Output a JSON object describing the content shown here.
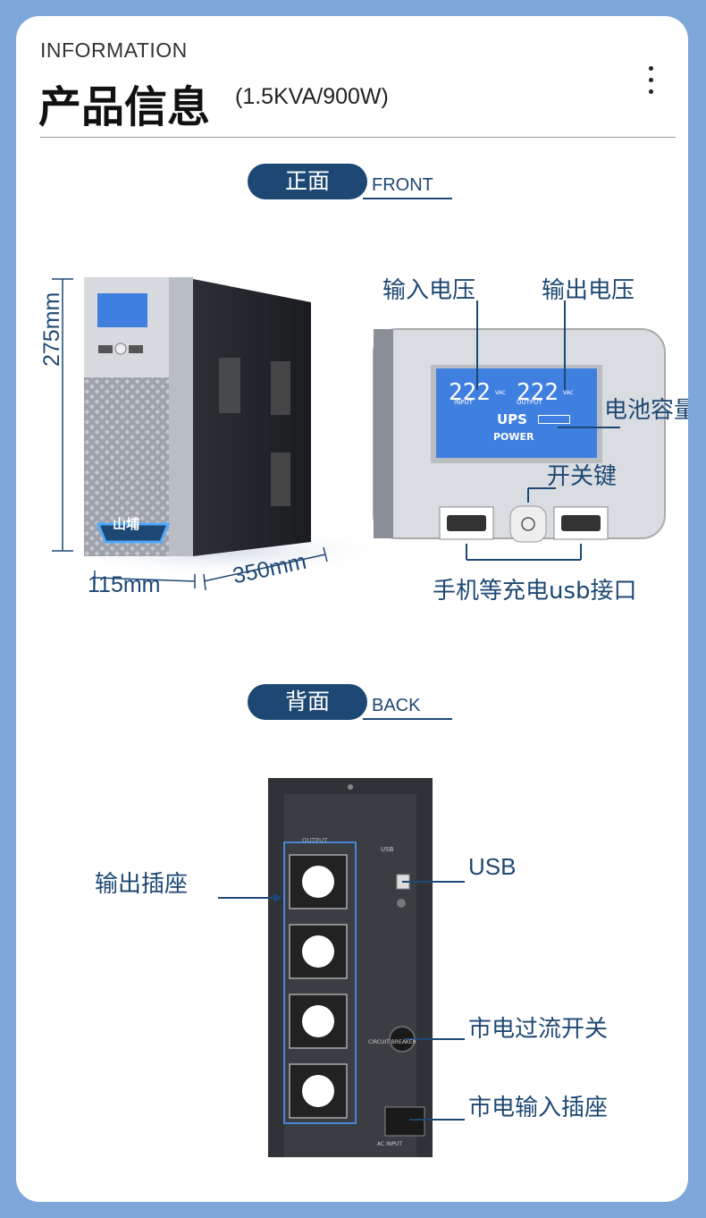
{
  "header": {
    "eyebrow": "INFORMATION",
    "title": "产品信息",
    "subtitle": "(1.5KVA/900W)"
  },
  "front_section": {
    "label_cn": "正面",
    "label_en": "FRONT"
  },
  "back_section": {
    "label_cn": "背面",
    "label_en": "BACK"
  },
  "dimensions": {
    "height": "275mm",
    "width": "115mm",
    "depth": "350mm"
  },
  "brand_logo": "山埔",
  "panel": {
    "input_voltage": "输入电压",
    "output_voltage": "输出电压",
    "battery_capacity": "电池容量",
    "power_key": "开关键",
    "usb_ports": "手机等充电usb接口",
    "lcd_value_in": "222",
    "lcd_value_out": "222",
    "lcd_unit": "VAC",
    "lcd_input": "INPUT",
    "lcd_output": "OUTPUT",
    "lcd_ups": "UPS",
    "lcd_power": "POWER"
  },
  "back": {
    "output_sockets": "输出插座",
    "usb": "USB",
    "breaker": "市电过流开关",
    "ac_input": "市电输入插座",
    "panel_usb": "USB",
    "panel_output": "OUTPUT",
    "panel_breaker": "CIRCUIT BREAKER",
    "panel_ac_input": "AC INPUT"
  },
  "colors": {
    "accent": "#1e4874",
    "background": "#7da7d9",
    "lcd": "#3f7fe0"
  }
}
